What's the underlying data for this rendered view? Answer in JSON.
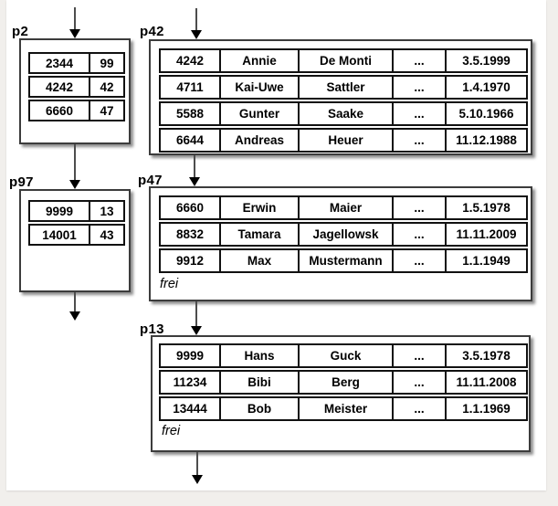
{
  "page": {
    "background_color": "#f1efec",
    "slide_color": "#ffffff",
    "border_color": "#111111",
    "arrow_color": "#000000"
  },
  "diagram": {
    "index_pages": {
      "p2": {
        "label": "p2",
        "rows": [
          [
            "2344",
            "99"
          ],
          [
            "4242",
            "42"
          ],
          [
            "6660",
            "47"
          ]
        ]
      },
      "p97": {
        "label": "p97",
        "rows": [
          [
            "9999",
            "13"
          ],
          [
            "14001",
            "43"
          ]
        ]
      }
    },
    "data_pages": {
      "p42": {
        "label": "p42",
        "rows": [
          [
            "4242",
            "Annie",
            "De Monti",
            "...",
            "3.5.1999"
          ],
          [
            "4711",
            "Kai-Uwe",
            "Sattler",
            "...",
            "1.4.1970"
          ],
          [
            "5588",
            "Gunter",
            "Saake",
            "...",
            "5.10.1966"
          ],
          [
            "6644",
            "Andreas",
            "Heuer",
            "...",
            "11.12.1988"
          ]
        ]
      },
      "p47": {
        "label": "p47",
        "free_label": "frei",
        "rows": [
          [
            "6660",
            "Erwin",
            "Maier",
            "...",
            "1.5.1978"
          ],
          [
            "8832",
            "Tamara",
            "Jagellowsk",
            "...",
            "11.11.2009"
          ],
          [
            "9912",
            "Max",
            "Mustermann",
            "...",
            "1.1.1949"
          ]
        ]
      },
      "p13": {
        "label": "p13",
        "free_label": "frei",
        "rows": [
          [
            "9999",
            "Hans",
            "Guck",
            "...",
            "3.5.1978"
          ],
          [
            "11234",
            "Bibi",
            "Berg",
            "...",
            "11.11.2008"
          ],
          [
            "13444",
            "Bob",
            "Meister",
            "...",
            "1.1.1969"
          ]
        ]
      }
    },
    "arrows": [
      {
        "name": "arrow-into-p2"
      },
      {
        "name": "arrow-into-p42"
      },
      {
        "name": "arrow-p2-to-p97"
      },
      {
        "name": "arrow-p42-to-p47"
      },
      {
        "name": "arrow-p97-out"
      },
      {
        "name": "arrow-p47-to-p13"
      },
      {
        "name": "arrow-p13-out"
      }
    ]
  }
}
